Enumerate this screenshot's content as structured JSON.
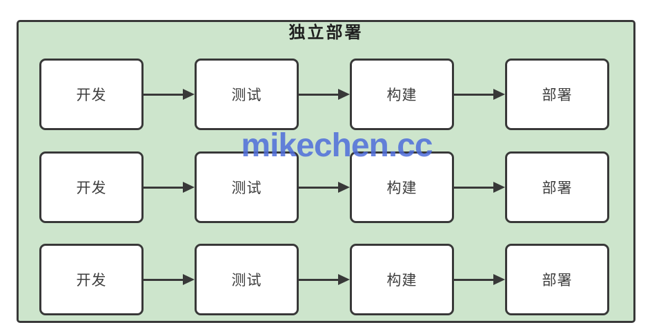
{
  "diagram": {
    "title": "独立部署",
    "watermark": "mikechen.cc",
    "rows": [
      {
        "boxes": [
          {
            "label": "开发"
          },
          {
            "label": "测试"
          },
          {
            "label": "构建"
          },
          {
            "label": "部署"
          }
        ]
      },
      {
        "boxes": [
          {
            "label": "开发"
          },
          {
            "label": "测试"
          },
          {
            "label": "构建"
          },
          {
            "label": "部署"
          }
        ]
      },
      {
        "boxes": [
          {
            "label": "开发"
          },
          {
            "label": "测试"
          },
          {
            "label": "构建"
          },
          {
            "label": "部署"
          }
        ]
      }
    ],
    "colors": {
      "container_background": "#cde5cc",
      "stroke": "#383838",
      "box_background": "#ffffff",
      "box_text": "#3d3d3d",
      "watermark_blue": "#4f6edb"
    }
  }
}
